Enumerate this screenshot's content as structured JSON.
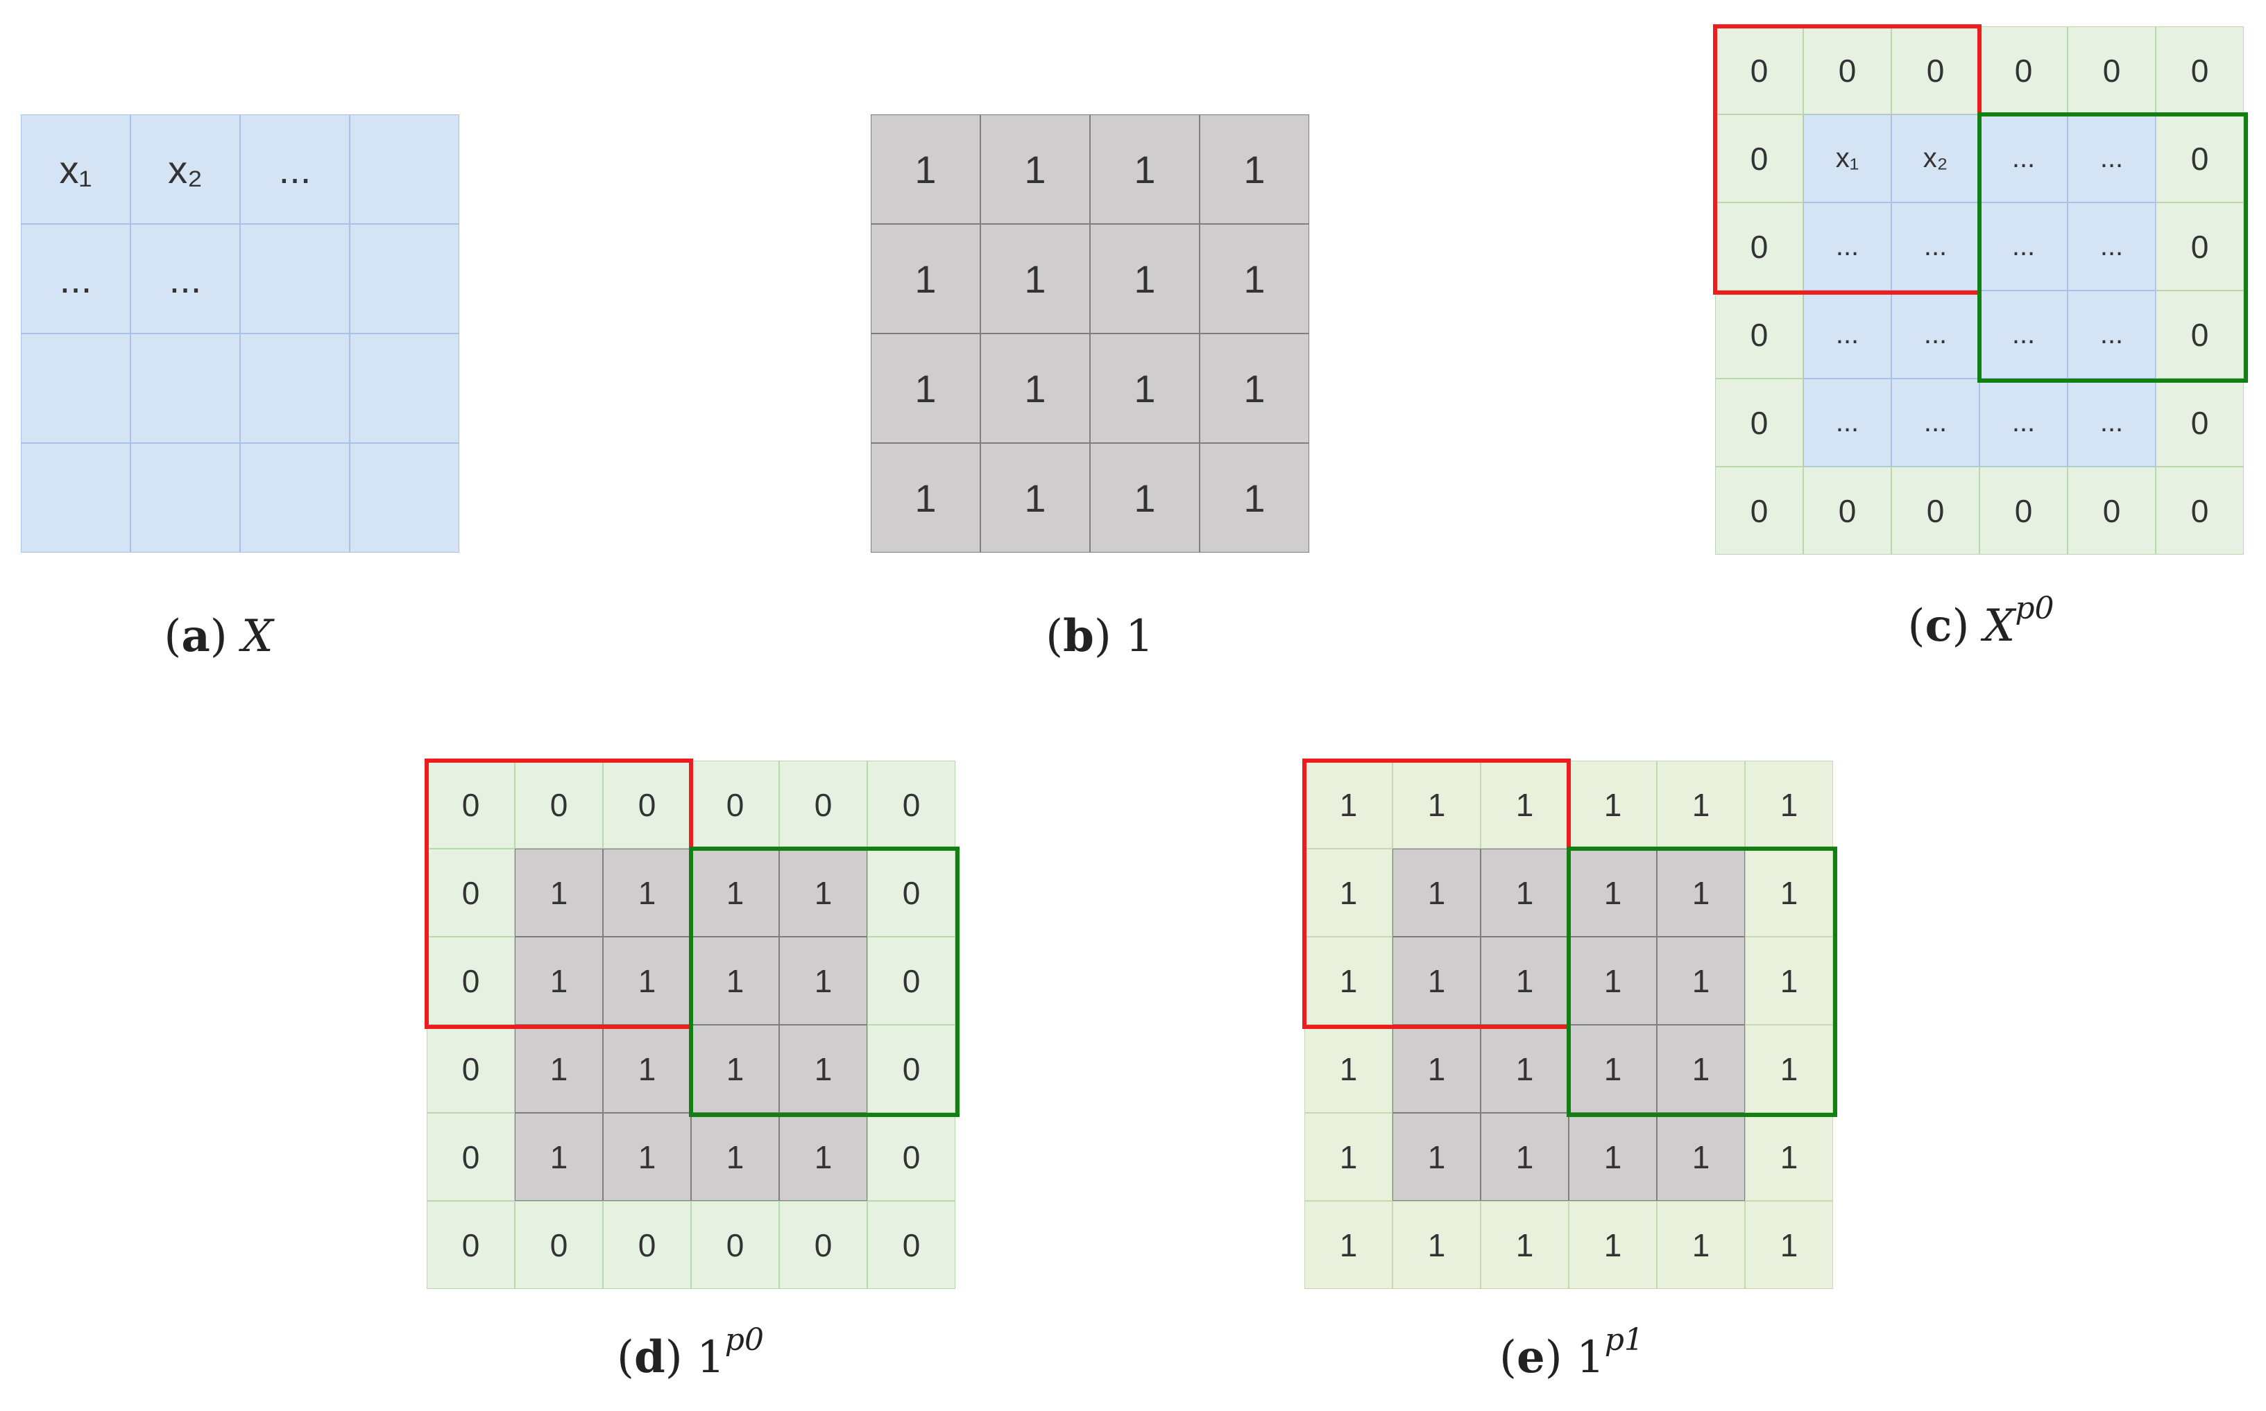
{
  "panels": [
    {
      "id": "a",
      "type": "grid4",
      "cells": [
        [
          "x₁",
          "x₂",
          "...",
          ""
        ],
        [
          "...",
          "...",
          "",
          ""
        ],
        [
          "",
          "",
          "",
          ""
        ],
        [
          "",
          "",
          "",
          ""
        ]
      ],
      "style": [
        [
          "blue",
          "blue",
          "blue",
          "blue"
        ],
        [
          "blue",
          "blue",
          "blue",
          "blue"
        ],
        [
          "blue",
          "blue",
          "blue",
          "blue"
        ],
        [
          "blue",
          "blue",
          "blue",
          "blue"
        ]
      ],
      "caption": {
        "label": "a",
        "symbol": "X",
        "superscript": ""
      }
    },
    {
      "id": "b",
      "type": "grid4",
      "cells": [
        [
          "1",
          "1",
          "1",
          "1"
        ],
        [
          "1",
          "1",
          "1",
          "1"
        ],
        [
          "1",
          "1",
          "1",
          "1"
        ],
        [
          "1",
          "1",
          "1",
          "1"
        ]
      ],
      "style": [
        [
          "gray",
          "gray",
          "gray",
          "gray"
        ],
        [
          "gray",
          "gray",
          "gray",
          "gray"
        ],
        [
          "gray",
          "gray",
          "gray",
          "gray"
        ],
        [
          "gray",
          "gray",
          "gray",
          "gray"
        ]
      ],
      "caption": {
        "label": "b",
        "symbol": "1",
        "superscript": ""
      }
    },
    {
      "id": "c",
      "type": "grid6",
      "cells": [
        [
          "0",
          "0",
          "0",
          "0",
          "0",
          "0"
        ],
        [
          "0",
          "x₁",
          "x₂",
          "...",
          "...",
          "0"
        ],
        [
          "0",
          "...",
          "...",
          "...",
          "...",
          "0"
        ],
        [
          "0",
          "...",
          "...",
          "...",
          "...",
          "0"
        ],
        [
          "0",
          "...",
          "...",
          "...",
          "...",
          "0"
        ],
        [
          "0",
          "0",
          "0",
          "0",
          "0",
          "0"
        ]
      ],
      "style": [
        [
          "pad0",
          "pad0",
          "pad0",
          "pad0",
          "pad0",
          "pad0"
        ],
        [
          "pad0",
          "blue",
          "blue",
          "blue",
          "blue",
          "pad0"
        ],
        [
          "pad0",
          "blue",
          "blue",
          "blue",
          "blue",
          "pad0"
        ],
        [
          "pad0",
          "blue",
          "blue",
          "blue",
          "blue",
          "pad0"
        ],
        [
          "pad0",
          "blue",
          "blue",
          "blue",
          "blue",
          "pad0"
        ],
        [
          "pad0",
          "pad0",
          "pad0",
          "pad0",
          "pad0",
          "pad0"
        ]
      ],
      "caption": {
        "label": "c",
        "symbol": "X",
        "superscript": "p0"
      }
    },
    {
      "id": "d",
      "type": "grid6",
      "cells": [
        [
          "0",
          "0",
          "0",
          "0",
          "0",
          "0"
        ],
        [
          "0",
          "1",
          "1",
          "1",
          "1",
          "0"
        ],
        [
          "0",
          "1",
          "1",
          "1",
          "1",
          "0"
        ],
        [
          "0",
          "1",
          "1",
          "1",
          "1",
          "0"
        ],
        [
          "0",
          "1",
          "1",
          "1",
          "1",
          "0"
        ],
        [
          "0",
          "0",
          "0",
          "0",
          "0",
          "0"
        ]
      ],
      "style": [
        [
          "pad0",
          "pad0",
          "pad0",
          "pad0",
          "pad0",
          "pad0"
        ],
        [
          "pad0",
          "gray",
          "gray",
          "gray",
          "gray",
          "pad0"
        ],
        [
          "pad0",
          "gray",
          "gray",
          "gray",
          "gray",
          "pad0"
        ],
        [
          "pad0",
          "gray",
          "gray",
          "gray",
          "gray",
          "pad0"
        ],
        [
          "pad0",
          "gray",
          "gray",
          "gray",
          "gray",
          "pad0"
        ],
        [
          "pad0",
          "pad0",
          "pad0",
          "pad0",
          "pad0",
          "pad0"
        ]
      ],
      "caption": {
        "label": "d",
        "symbol": "1",
        "superscript": "p0"
      }
    },
    {
      "id": "e",
      "type": "grid6",
      "cells": [
        [
          "1",
          "1",
          "1",
          "1",
          "1",
          "1"
        ],
        [
          "1",
          "1",
          "1",
          "1",
          "1",
          "1"
        ],
        [
          "1",
          "1",
          "1",
          "1",
          "1",
          "1"
        ],
        [
          "1",
          "1",
          "1",
          "1",
          "1",
          "1"
        ],
        [
          "1",
          "1",
          "1",
          "1",
          "1",
          "1"
        ],
        [
          "1",
          "1",
          "1",
          "1",
          "1",
          "1"
        ]
      ],
      "style": [
        [
          "pad1",
          "pad1",
          "pad1",
          "pad1",
          "pad1",
          "pad1"
        ],
        [
          "pad1",
          "gray",
          "gray",
          "gray",
          "gray",
          "pad1"
        ],
        [
          "pad1",
          "gray",
          "gray",
          "gray",
          "gray",
          "pad1"
        ],
        [
          "pad1",
          "gray",
          "gray",
          "gray",
          "gray",
          "pad1"
        ],
        [
          "pad1",
          "gray",
          "gray",
          "gray",
          "gray",
          "pad1"
        ],
        [
          "pad1",
          "pad1",
          "pad1",
          "pad1",
          "pad1",
          "pad1"
        ]
      ],
      "caption": {
        "label": "e",
        "symbol": "1",
        "superscript": "p1"
      }
    }
  ],
  "colors": {
    "blue_cell": "#d5e4f5",
    "gray_cell": "#cfcdcd",
    "pad_zero_cell": "#e6f1e2",
    "pad_one_cell": "#e9f0dc",
    "window_red": "#ee1c1c",
    "window_green": "#127f12"
  },
  "windows": [
    {
      "color": "red",
      "rows": [
        0,
        2
      ],
      "cols": [
        0,
        2
      ]
    },
    {
      "color": "green",
      "rows": [
        1,
        3
      ],
      "cols": [
        3,
        5
      ]
    }
  ]
}
